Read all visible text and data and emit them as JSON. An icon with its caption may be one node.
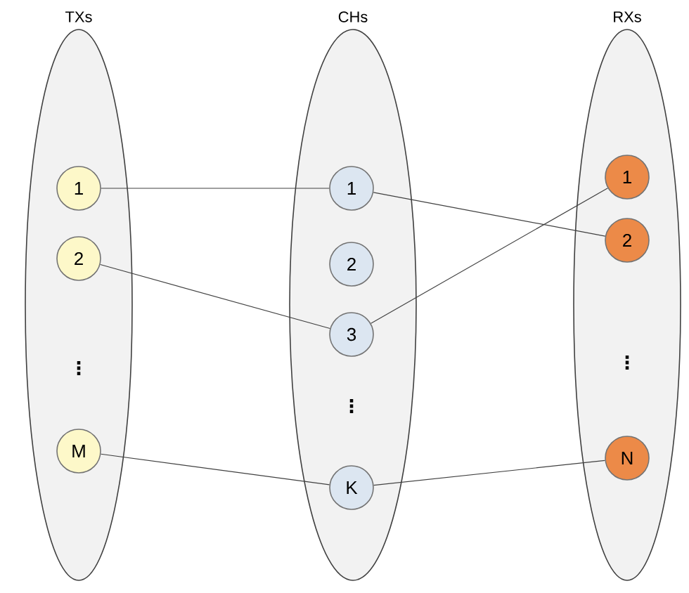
{
  "diagram": {
    "nodes": [
      {
        "text": [
          "TXs"
        ]
      },
      {
        "text": [
          "1"
        ],
        "in": 0
      },
      {
        "text": [
          "2"
        ],
        "in": 0
      },
      {
        "text": [
          "M"
        ],
        "in": 0
      },
      {
        "text": [
          "CHs"
        ]
      },
      {
        "text": [
          "1"
        ],
        "in": 4
      },
      {
        "text": [
          "2"
        ],
        "in": 4
      },
      {
        "text": [
          "3"
        ],
        "in": 4
      },
      {
        "text": [
          "K"
        ],
        "in": 4
      },
      {
        "text": [
          "RXs"
        ]
      },
      {
        "text": [
          "1"
        ],
        "in": 9
      },
      {
        "text": [
          "2"
        ],
        "in": 9
      },
      {
        "text": [
          "N"
        ],
        "in": 9
      }
    ],
    "edges": [
      {
        "from": 1,
        "to": 5,
        "arrow": "none"
      },
      {
        "from": 2,
        "to": 7,
        "arrow": "none"
      },
      {
        "from": 3,
        "to": 8,
        "arrow": "none"
      },
      {
        "from": 5,
        "to": 11,
        "arrow": "none"
      },
      {
        "from": 7,
        "to": 10,
        "arrow": "none"
      },
      {
        "from": 8,
        "to": 12,
        "arrow": "none"
      }
    ],
    "labels": [
      "⋮",
      "⋮",
      "⋮"
    ]
  }
}
